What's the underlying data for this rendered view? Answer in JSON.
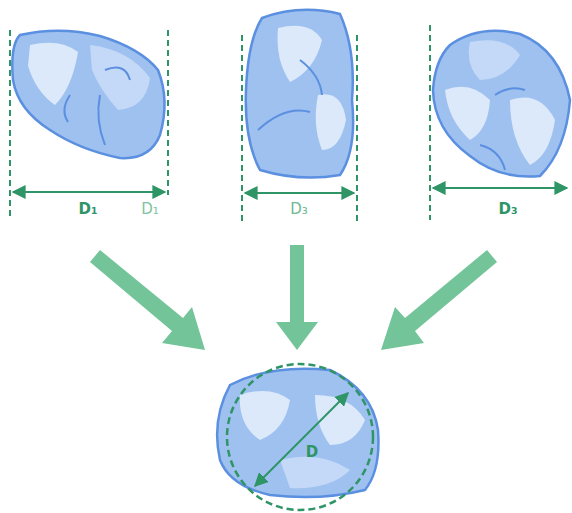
{
  "diagram": {
    "labels": [
      "D₁",
      "D₁",
      "D₃",
      "D₃",
      "D"
    ]
  }
}
